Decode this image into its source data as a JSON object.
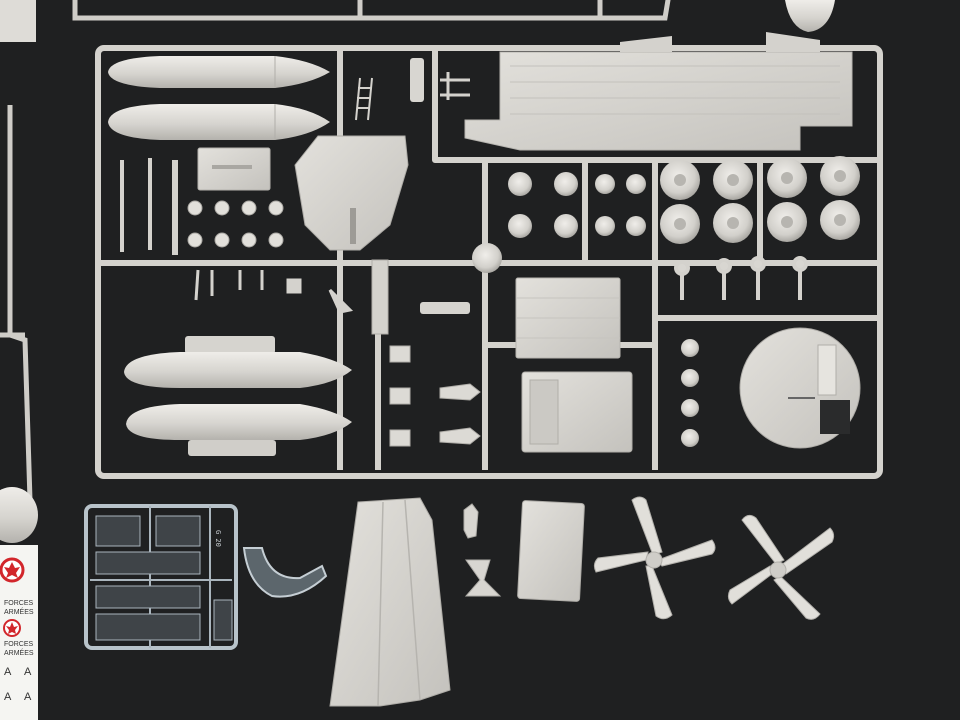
{
  "photo": {
    "subject": "plastic model kit sprues on dark mat",
    "colors": {
      "mat": "#1f2021",
      "plastic": "#d9d7d2",
      "plastic_shade": "#b7b5b0",
      "plastic_dark": "#8f8d89",
      "clear": "#9aa7b0",
      "decal_red": "#d2262b"
    }
  },
  "decal_sheet": {
    "line1": "FORCES",
    "line2": "ARMÉES",
    "line3": "FORCES",
    "line4": "ARMÉES",
    "letter_a1": "A",
    "letter_a2": "A",
    "letter_a3": "A",
    "letter_a4": "A"
  },
  "clear_sprue": {
    "code": "G 20"
  }
}
